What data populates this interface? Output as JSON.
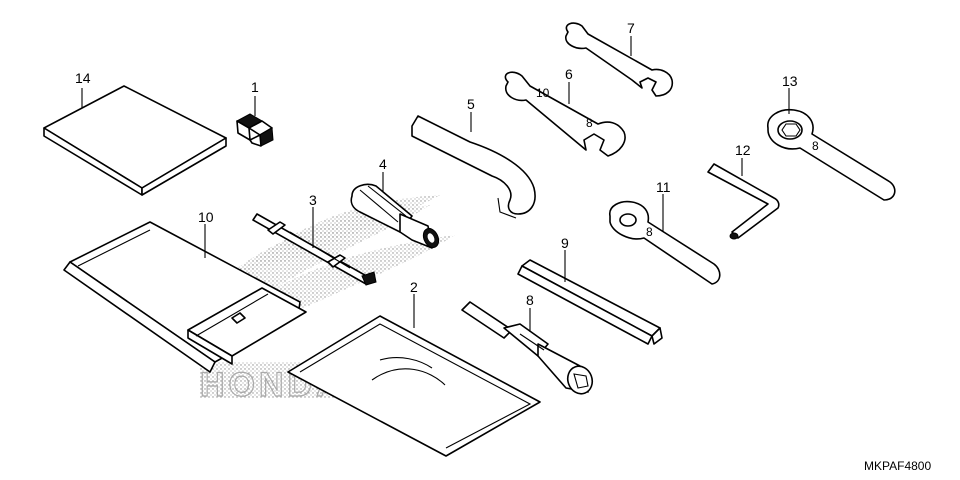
{
  "diagram": {
    "part_code": "MKPAF4800",
    "callouts": [
      {
        "id": "1",
        "label": "1"
      },
      {
        "id": "2",
        "label": "2"
      },
      {
        "id": "3",
        "label": "3"
      },
      {
        "id": "4",
        "label": "4"
      },
      {
        "id": "5",
        "label": "5"
      },
      {
        "id": "6",
        "label": "6"
      },
      {
        "id": "7",
        "label": "7"
      },
      {
        "id": "8",
        "label": "8"
      },
      {
        "id": "9",
        "label": "9"
      },
      {
        "id": "10",
        "label": "10"
      },
      {
        "id": "11",
        "label": "11"
      },
      {
        "id": "12",
        "label": "12"
      },
      {
        "id": "13",
        "label": "13"
      },
      {
        "id": "14",
        "label": "14"
      }
    ],
    "watermark_text": "HONDA"
  }
}
